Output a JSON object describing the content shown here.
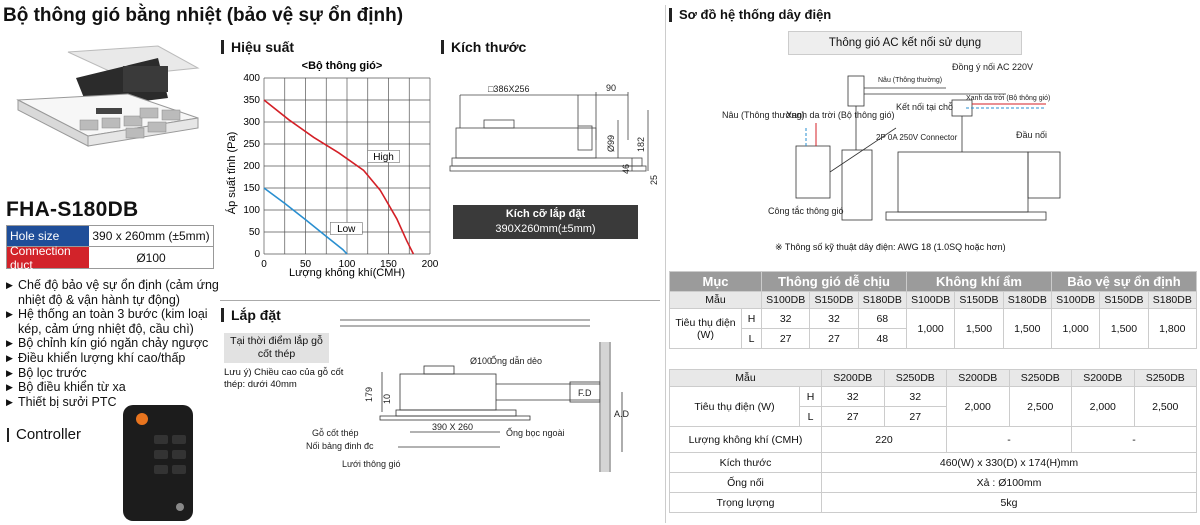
{
  "page_title": "Bộ thông gió bằng nhiệt (bảo vệ sự ổn định)",
  "model": "FHA-S180DB",
  "specs": [
    {
      "label": "Hole size",
      "value": "390 x 260mm (±5mm)",
      "color": "#1f4e99"
    },
    {
      "label": "Connection duct",
      "value": "Ø100",
      "color": "#d2232a"
    }
  ],
  "features": [
    "Chế độ bảo vệ sự ổn định (cảm ứng nhiệt độ & vận hành tự động)",
    "Hệ thống an toàn 3 bước (kim loại kép, cảm ứng nhiệt độ, cầu chì)",
    "Bộ chỉnh kín gió ngăn chảy ngược",
    "Điều khiển lượng khí cao/thấp",
    "Bộ lọc trước",
    "Bộ điều khiển từ xa",
    "Thiết bị sưởi PTC"
  ],
  "controller_label": "Controller",
  "performance": {
    "title": "Hiệu suất"
  },
  "dimensions": {
    "title": "Kích thước",
    "d_top": "□386X256",
    "d_90": "90",
    "d_99": "Ø99",
    "d_182": "182",
    "d_46": "46",
    "d_25": "25",
    "box_title": "Kích cỡ lắp đặt",
    "box_value": "390X260mm(±5mm)"
  },
  "install": {
    "title": "Lắp đặt",
    "note_box": "Tại thời điểm lắp gỗ cốt thép",
    "note": "Lưu ý) Chiều cao của gỗ cốt thép: dưới 40mm",
    "d_duct": "Ø100",
    "l_duct": "Ống dẫn dẻo",
    "d_179": "179",
    "d_10": "10",
    "d_390": "390 X 260",
    "l_wood": "Gỗ cốt thép",
    "l_ceiling": "Nối bảng đinh đc",
    "l_grille": "Lưới thông gió",
    "l_pipe": "Ống bọc ngoài",
    "l_fd": "F.D",
    "l_ad": "A.D"
  },
  "wiring": {
    "title": "Sơ đồ hệ thống dây điện",
    "box": "Thông gió AC kết nối sử dụng",
    "ac": "Đồng ý nối AC 220V",
    "brown_top": "Nâu (Thông thường)",
    "blue_top": "Xanh da trời (Bộ thông gió)",
    "brown": "Nâu (Thông thường)",
    "blue": "Xanh da trời (Bộ thông gió)",
    "local": "Kết nối tại chỗ",
    "cable": "2P 0A 250V Connector",
    "end": "Đầu nối",
    "switch": "Công tắc thông gió",
    "note": "※ Thông số kỹ thuật dây điện: AWG 18 (1.0SQ hoặc hơn)"
  },
  "table1": {
    "h_item": "Mục",
    "h_groups": [
      "Thông gió dễ chịu",
      "Không khí ẩm",
      "Bảo vệ sự ổn định"
    ],
    "model_label": "Mẫu",
    "models": [
      "S100DB",
      "S150DB",
      "S180DB",
      "S100DB",
      "S150DB",
      "S180DB",
      "S100DB",
      "S150DB",
      "S180DB"
    ],
    "power_label": "Tiêu thụ điện (W)",
    "h": "H",
    "l": "L",
    "g1_h": [
      "32",
      "32",
      "68"
    ],
    "g1_l": [
      "27",
      "27",
      "48"
    ],
    "g2": [
      "1,000",
      "1,500",
      "1,500"
    ],
    "g3": [
      "1,000",
      "1,500",
      "1,800"
    ]
  },
  "table2": {
    "model_label": "Mẫu",
    "models": [
      "S200DB",
      "S250DB",
      "S200DB",
      "S250DB",
      "S200DB",
      "S250DB"
    ],
    "power_label": "Tiêu thụ điện (W)",
    "h": "H",
    "l": "L",
    "p_h": [
      "32",
      "32"
    ],
    "p_l": [
      "27",
      "27"
    ],
    "p2": [
      "2,000",
      "2,500",
      "2,000",
      "2,500"
    ],
    "air_label": "Lượng không khí (CMH)",
    "air": "220",
    "air_dash1": "-",
    "air_dash2": "-",
    "size_label": "Kích thước",
    "size": "460(W) x 330(D) x 174(H)mm",
    "duct_label": "Ống nối",
    "duct": "Xả : Ø100mm",
    "weight_label": "Trọng lượng",
    "weight": "5kg"
  },
  "chart_data": {
    "type": "line",
    "title": "<Bộ thông gió>",
    "xlabel": "Lượng không khí(CMH)",
    "ylabel": "Áp suất tĩnh (Pa)",
    "xlim": [
      0,
      200
    ],
    "ylim": [
      0,
      400
    ],
    "xticks": [
      0,
      50,
      100,
      150,
      200
    ],
    "yticks": [
      0,
      50,
      100,
      150,
      200,
      250,
      300,
      350,
      400
    ],
    "grid": true,
    "series": [
      {
        "name": "High",
        "color": "#d42027",
        "x": [
          0,
          30,
          60,
          90,
          120,
          140,
          160,
          172,
          180
        ],
        "y": [
          350,
          305,
          265,
          230,
          190,
          145,
          80,
          30,
          0
        ]
      },
      {
        "name": "Low",
        "color": "#2a8fd0",
        "x": [
          0,
          25,
          50,
          75,
          95,
          100
        ],
        "y": [
          150,
          115,
          78,
          40,
          10,
          0
        ]
      }
    ]
  }
}
